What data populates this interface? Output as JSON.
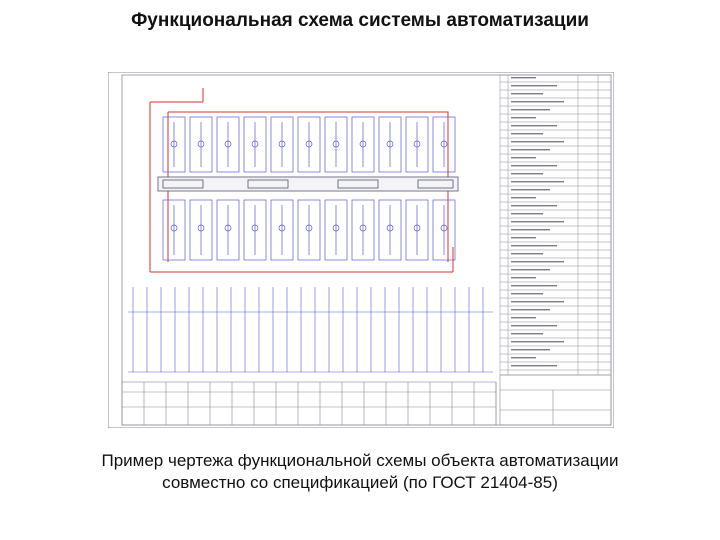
{
  "slide": {
    "title": "Функциональная схема системы автоматизации",
    "caption_line1": "Пример чертежа функциональной схемы объекта автоматизации",
    "caption_line2": "совместно со спецификацией (по ГОСТ 21404-85)"
  },
  "colors": {
    "frame": "#7a7a8a",
    "blue_lines": "#5a5ad8",
    "red_lines": "#d83030",
    "text": "#111111"
  }
}
